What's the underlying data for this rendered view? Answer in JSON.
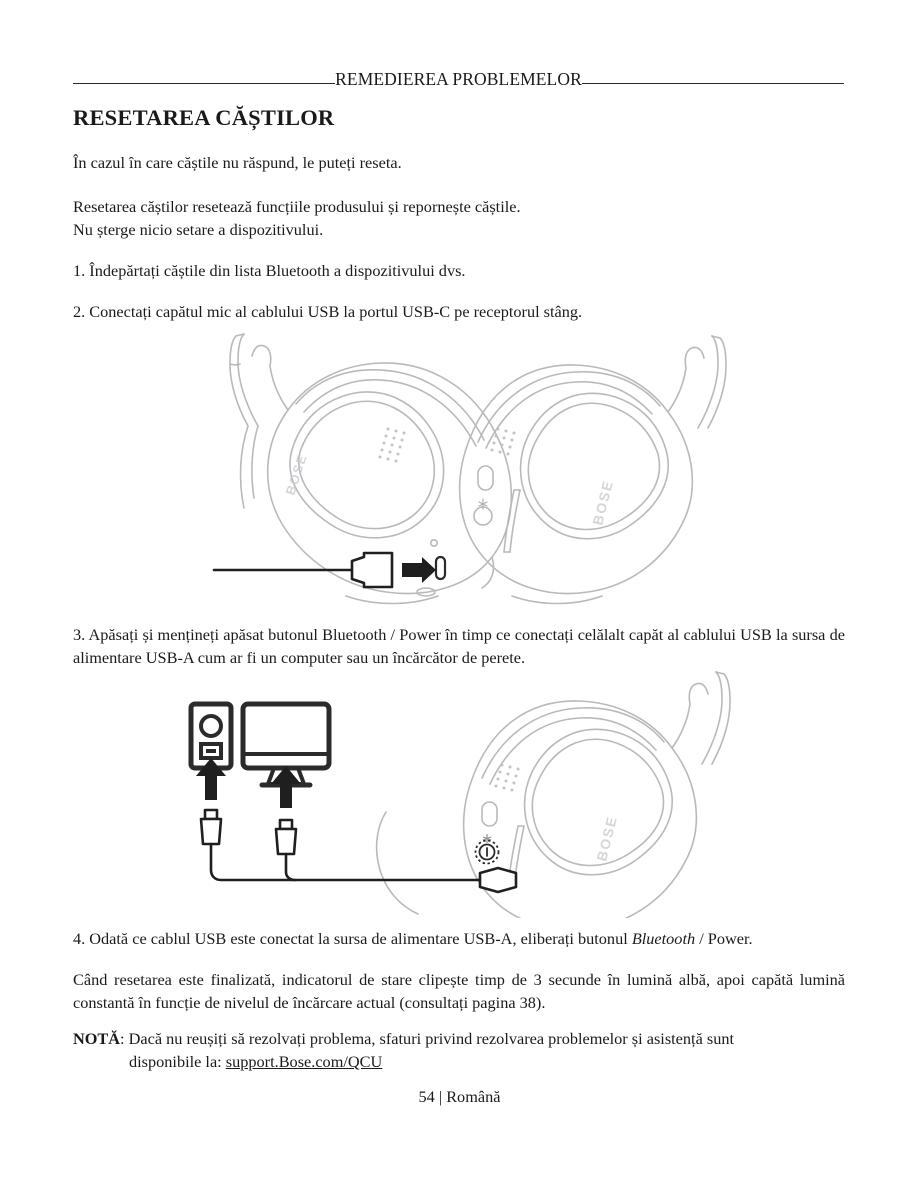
{
  "document": {
    "running_header": "REMEDIEREA PROBLEMELOR",
    "heading": "RESETAREA CĂȘTILOR",
    "intro": "În cazul în care căștile nu răspund, le puteți reseta.",
    "description_line1": "Resetarea căștilor resetează funcțiile produsului și repornește căștile.",
    "description_line2": "Nu șterge nicio setare a dispozitivului.",
    "steps": [
      "1. Îndepărtați căștile din lista Bluetooth a dispozitivului dvs.",
      "2. Conectați capătul mic al cablului USB la portul USB-C pe receptorul stâng.",
      "3. Apăsați și mențineți apăsat butonul Bluetooth / Power în timp ce conectați celălalt capăt al cablului USB la sursa de alimentare USB-A cum ar fi un computer sau un încărcător de perete."
    ],
    "step4_part1": "4. Odată ce cablul USB este conectat la sursa de alimentare USB-A, eliberați butonul ",
    "step4_italic": "Bluetooth",
    "step4_part2": " / Power.",
    "closing_paragraph": "Când resetarea este finalizată, indicatorul de stare clipește timp de 3 secunde în lumină albă, apoi capătă lumină constantă în funcție de nivelul de încărcare actual (consultați pagina 38).",
    "note_label": "NOTĂ",
    "note_text": ": Dacă nu reușiți să rezolvați problema, sfaturi privind rezolvarea problemelor și asistență sunt",
    "note_text_line2": "disponibile la: ",
    "note_link": "support.Bose.com/QCU",
    "footer": "54 | Română"
  },
  "figures": {
    "figure1": {
      "caption": "headphones-usb-c-connection-diagram",
      "left_earcup_label": "left-earcup",
      "right_earcup_label": "right-earcup",
      "brand_mark": "BOSE",
      "cable_label": "usb-c-cable",
      "arrow_label": "insert-arrow"
    },
    "figure2": {
      "caption": "headphones-usb-a-power-source-diagram",
      "wall_charger_label": "wall-charger-icon",
      "computer_label": "computer-monitor-icon",
      "brand_mark": "BOSE",
      "button_label": "bluetooth-power-button",
      "cable_label": "usb-cable"
    }
  },
  "colors": {
    "text": "#1a1a1a",
    "rule": "#2a2a2a",
    "line_art": "#b9b9bd",
    "line_art_dark": "#2b2b2b"
  }
}
